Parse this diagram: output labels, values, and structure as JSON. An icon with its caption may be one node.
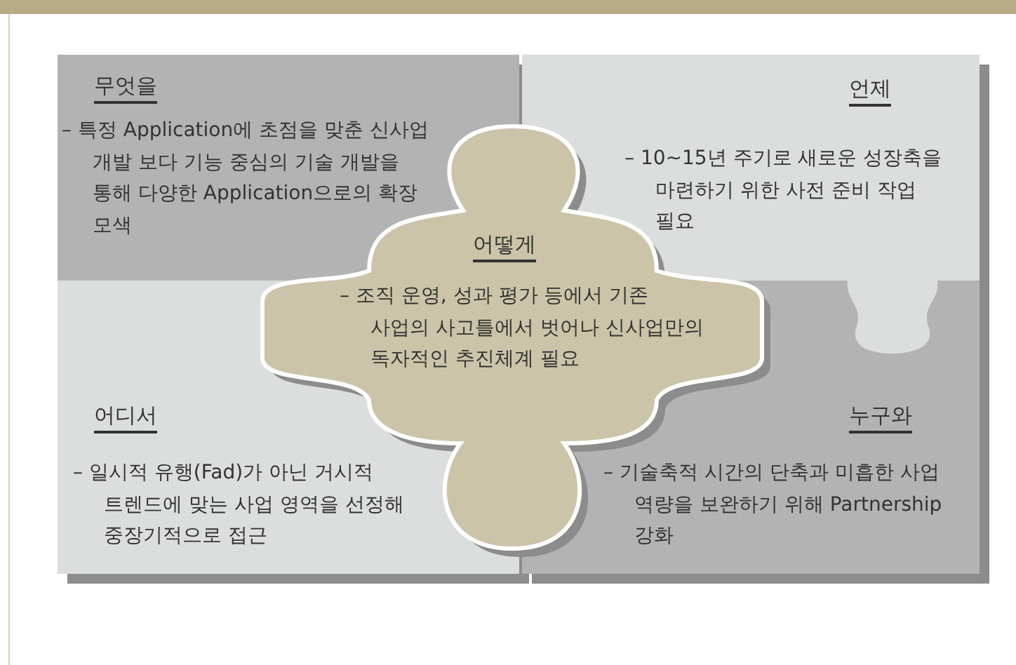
{
  "diagram": {
    "nodes": [
      {
        "text": [
          "무엇을",
          "– 특정 Application에 초점을 맞춘 신사업 개발 보다 기능 중심의 기술 개발을 통해 다양한 Application으로의 확장 모색"
        ]
      },
      {
        "text": [
          "언제",
          "– 10~15년 주기로 새로운 성장축을 마련하기 위한 사전 준비 작업 필요"
        ]
      },
      {
        "text": [
          "어떻게",
          "– 조직 운영, 성과 평가 등에서 기존 사업의 사고틀에서 벗어나 신사업만의 독자적인 추진체계 필요"
        ]
      },
      {
        "text": [
          "어디서",
          "– 일시적 유행(Fad)가 아닌 거시적 트렌드에 맞는 사업 영역을 선정해 중장기적으로 접근"
        ]
      },
      {
        "text": [
          "누구와",
          "– 기술축적 시간의 단축과 미흡한 사업 역량을 보완하기 위해 Partnership 강화"
        ]
      }
    ]
  }
}
